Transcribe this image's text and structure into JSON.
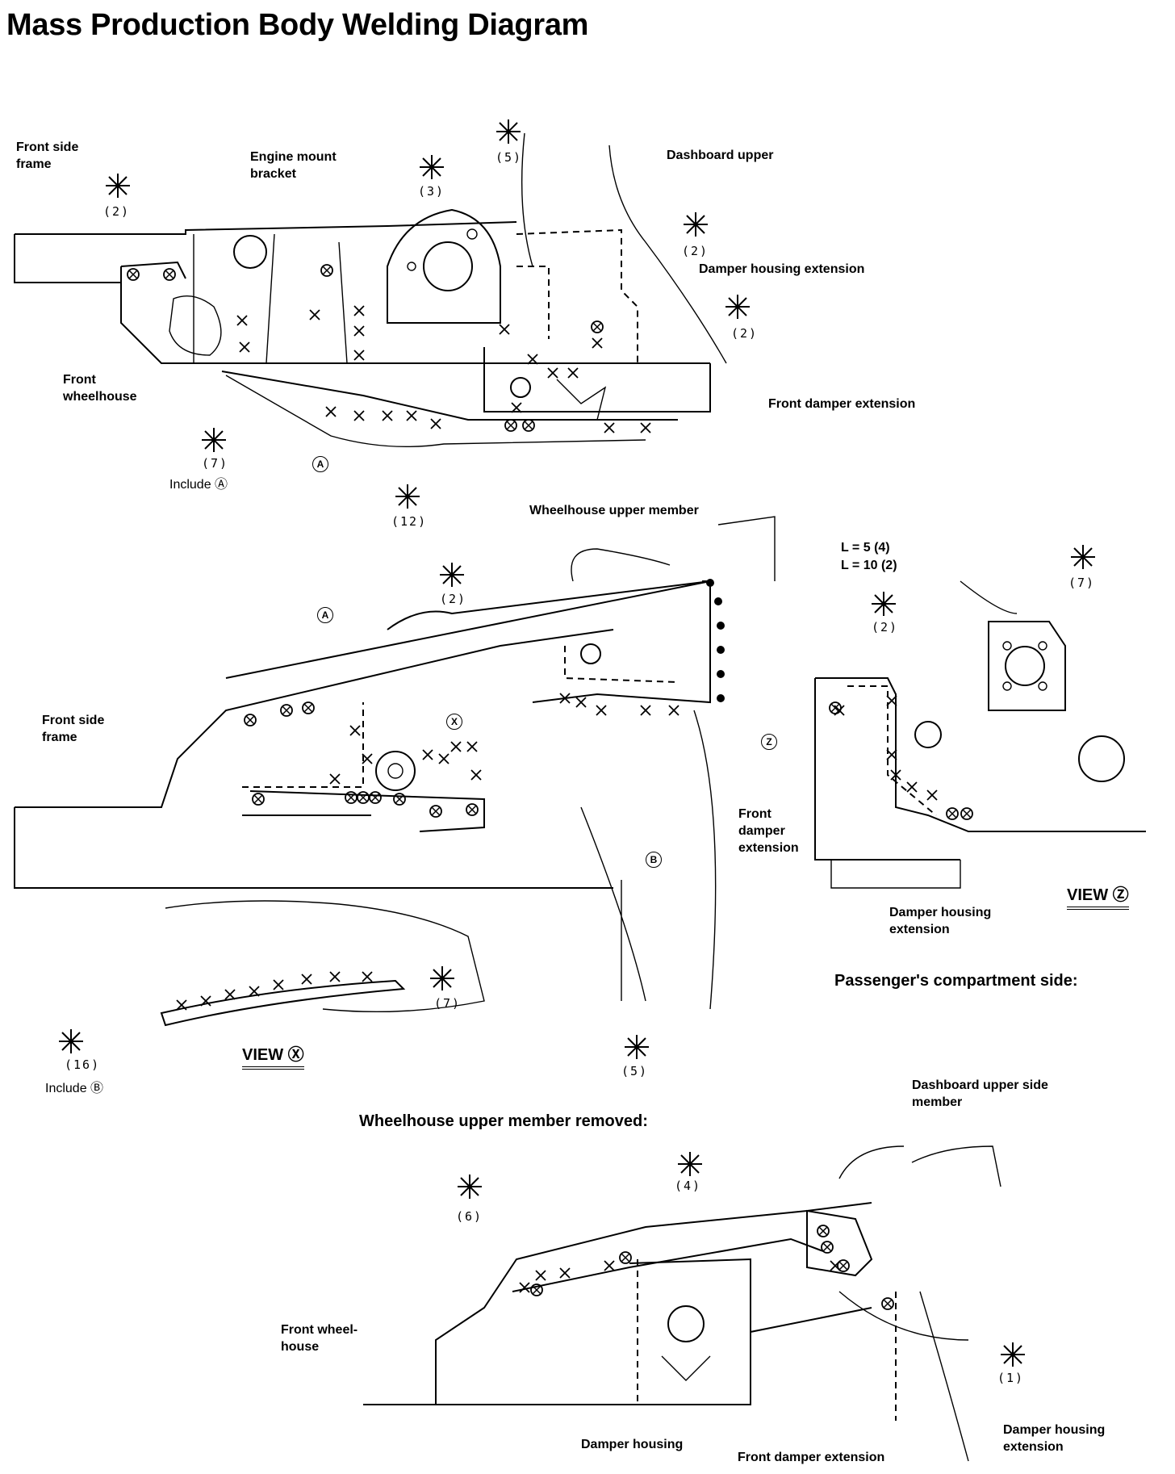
{
  "title": "Mass Production Body Welding Diagram",
  "diagram1": {
    "labels": {
      "front_side_frame": "Front side\nframe",
      "engine_mount_bracket": "Engine mount\nbracket",
      "dashboard_upper": "Dashboard upper",
      "damper_housing_extension": "Damper housing extension",
      "front_wheelhouse": "Front\nwheelhouse",
      "front_damper_extension": "Front damper extension",
      "include_a": "Include Ⓐ",
      "marker_a": "A"
    },
    "counts": [
      "(2)",
      "(3)",
      "(5)",
      "(2)",
      "(2)",
      "(7)",
      "(12)"
    ]
  },
  "diagram2": {
    "labels": {
      "wheelhouse_upper_member": "Wheelhouse upper member",
      "l5": "L = 5  (4)",
      "l10": "L = 10  (2)",
      "front_side_frame": "Front side\nframe",
      "include_b": "Include Ⓑ",
      "view_x": "VIEW Ⓧ",
      "marker_a": "A",
      "marker_b": "B",
      "marker_x": "X",
      "marker_z": "Z"
    },
    "counts": [
      "(2)",
      "(16)",
      "(7)",
      "(5)"
    ]
  },
  "diagram3": {
    "labels": {
      "front_damper_extension": "Front\ndamper\nextension",
      "damper_housing_extension": "Damper housing\nextension",
      "view_z": "VIEW Ⓩ",
      "passenger_side": "Passenger's compartment side:"
    },
    "counts": [
      "(2)",
      "(7)"
    ]
  },
  "diagram4": {
    "subtitle": "Wheelhouse upper member removed:",
    "labels": {
      "dashboard_upper_side_member": "Dashboard upper side\nmember",
      "front_wheelhouse": "Front wheel-\nhouse",
      "damper_housing": "Damper housing",
      "front_damper_extension": "Front damper extension",
      "damper_housing_extension": "Damper housing\nextension"
    },
    "counts": [
      "(6)",
      "(4)",
      "(1)"
    ]
  }
}
